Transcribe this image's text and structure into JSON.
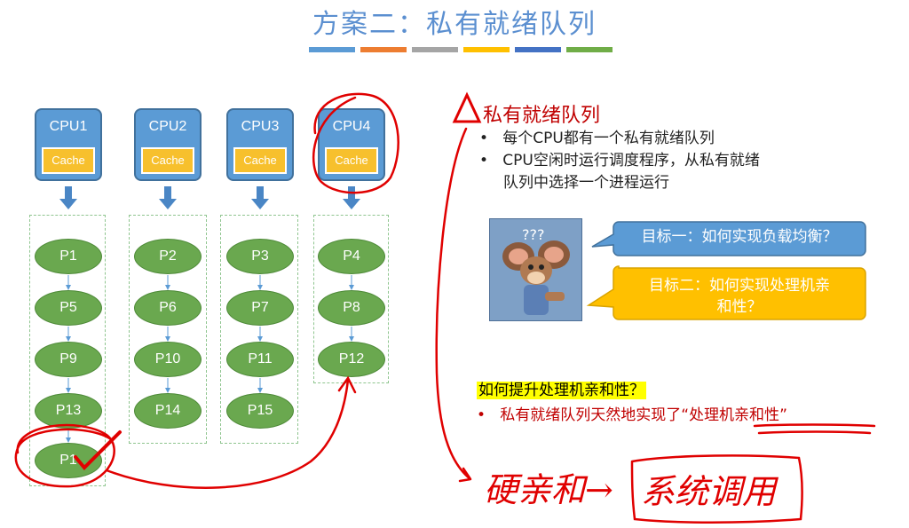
{
  "title": "方案二：私有就绪队列",
  "title_bar_colors": [
    "#5b9bd5",
    "#ed7d31",
    "#a5a5a5",
    "#ffc000",
    "#4472c4",
    "#70ad47"
  ],
  "cpus": [
    {
      "label": "CPU1",
      "cache": "Cache"
    },
    {
      "label": "CPU2",
      "cache": "Cache"
    },
    {
      "label": "CPU3",
      "cache": "Cache"
    },
    {
      "label": "CPU4",
      "cache": "Cache"
    }
  ],
  "queues": [
    [
      "P1",
      "P5",
      "P9",
      "P13",
      "P1"
    ],
    [
      "P2",
      "P6",
      "P10",
      "P14"
    ],
    [
      "P3",
      "P7",
      "P11",
      "P15"
    ],
    [
      "P4",
      "P8",
      "P12"
    ]
  ],
  "right": {
    "heading": "私有就绪队列",
    "bullets": [
      "每个CPU都有一个私有就绪队列",
      "CPU空闲时运行调度程序，从私有就绪",
      "队列中选择一个进程运行"
    ],
    "goal1": "目标一：如何实现负载均衡？",
    "goal2_line1": "目标二：如何实现处理机亲",
    "goal2_line2": "和性？",
    "image_text": "???",
    "question": "如何提升处理机亲和性？",
    "answer_prefix": "私有就绪队列天然地实现了“",
    "answer_emph": "处理机亲和性",
    "answer_suffix": "”"
  },
  "handwriting": {
    "note_left": "硬亲和",
    "note_arrow": "→",
    "note_right": "系统调用"
  },
  "colors": {
    "cpu_blue": "#5b9bd5",
    "cache_yellow": "#f7c02d",
    "process_green": "#6aa84f",
    "annotation_red": "#e00000",
    "highlight_yellow": "#ffff00"
  }
}
